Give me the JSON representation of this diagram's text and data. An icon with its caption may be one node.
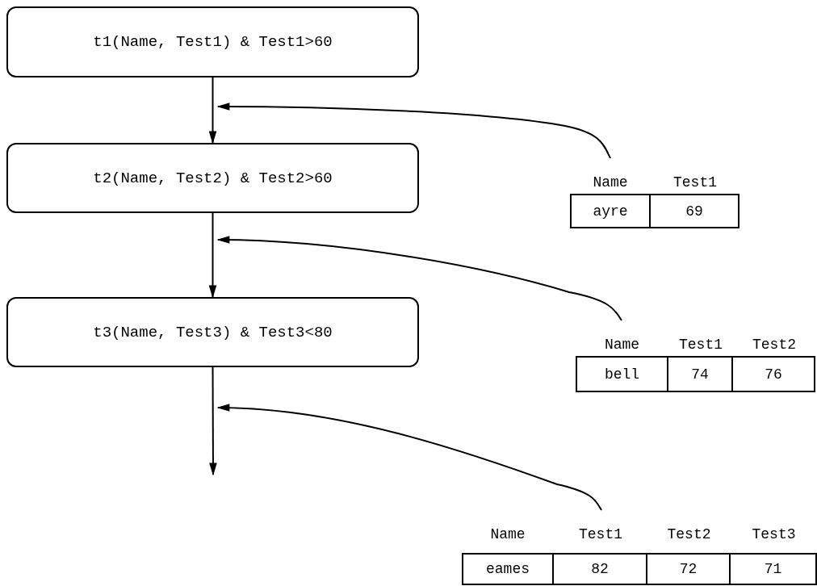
{
  "diagram": {
    "nodes": [
      {
        "text": [
          "t1(Name, Test1) & Test1>60"
        ]
      },
      {
        "text": [
          "t2(Name, Test2) & Test2>60"
        ]
      },
      {
        "text": [
          "t3(Name, Test3) & Test3<80"
        ]
      },
      {
        "text": [
          "Name",
          "Test1",
          "ayre",
          "69"
        ]
      },
      {
        "text": [
          "Name",
          "Test1",
          "Test2",
          "bell",
          "74",
          "76"
        ]
      },
      {
        "text": [
          "Name",
          "Test1",
          "Test2",
          "Test3",
          "eames",
          "82",
          "72",
          "71"
        ]
      }
    ],
    "edges": [
      {
        "from": 0,
        "to": 1,
        "arrow": "to"
      },
      {
        "from": 1,
        "to": 2,
        "arrow": "to"
      },
      {
        "from": 2,
        "to": null,
        "arrow": "to"
      },
      {
        "from": 3,
        "to": null,
        "arrow": "to"
      },
      {
        "from": 4,
        "to": null,
        "arrow": "to"
      },
      {
        "from": 5,
        "to": null,
        "arrow": "to"
      }
    ]
  }
}
